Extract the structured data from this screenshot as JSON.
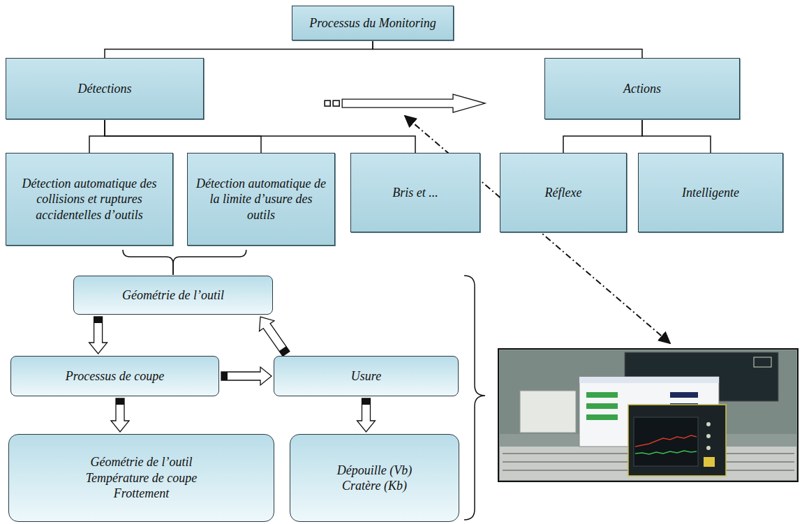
{
  "diagram": {
    "nodes": [
      {
        "text": [
          "Processus du Monitoring"
        ]
      },
      {
        "text": [
          "Détections"
        ]
      },
      {
        "text": [
          "Actions"
        ]
      },
      {
        "text": [
          "Détection automatique des collisions et ruptures accidentelles d’outils"
        ]
      },
      {
        "text": [
          "Détection automatique de la limite d’usure des outils"
        ]
      },
      {
        "text": [
          "Bris et ..."
        ]
      },
      {
        "text": [
          "Réflexe"
        ]
      },
      {
        "text": [
          "Intelligente"
        ]
      },
      {
        "text": [
          "Géométrie de l’outil"
        ]
      },
      {
        "text": [
          "Processus de coupe"
        ]
      },
      {
        "text": [
          "Usure"
        ]
      },
      {
        "text": [
          "Géométrie de l’outil",
          "Température de coupe",
          "Frottement"
        ]
      },
      {
        "text": [
          "Dépouille (Vb)",
          "Cratère (Kb)"
        ]
      }
    ],
    "edges": [
      {
        "from": 0,
        "to": 1,
        "arrow": "none"
      },
      {
        "from": 0,
        "to": 2,
        "arrow": "none"
      },
      {
        "from": 1,
        "to": 3,
        "arrow": "none"
      },
      {
        "from": 1,
        "to": 4,
        "arrow": "none"
      },
      {
        "from": 1,
        "to": 5,
        "arrow": "none"
      },
      {
        "from": 2,
        "to": 6,
        "arrow": "none"
      },
      {
        "from": 2,
        "to": 7,
        "arrow": "none"
      },
      {
        "from": 1,
        "to": 2,
        "arrow": "to"
      },
      {
        "from": 3,
        "to": 8,
        "arrow": "none"
      },
      {
        "from": 4,
        "to": 8,
        "arrow": "none"
      },
      {
        "from": 8,
        "to": 9,
        "arrow": "to"
      },
      {
        "from": 10,
        "to": 8,
        "arrow": "to"
      },
      {
        "from": 9,
        "to": 10,
        "arrow": "to"
      },
      {
        "from": 9,
        "to": 11,
        "arrow": "to"
      },
      {
        "from": 10,
        "to": 12,
        "arrow": "to"
      }
    ]
  }
}
